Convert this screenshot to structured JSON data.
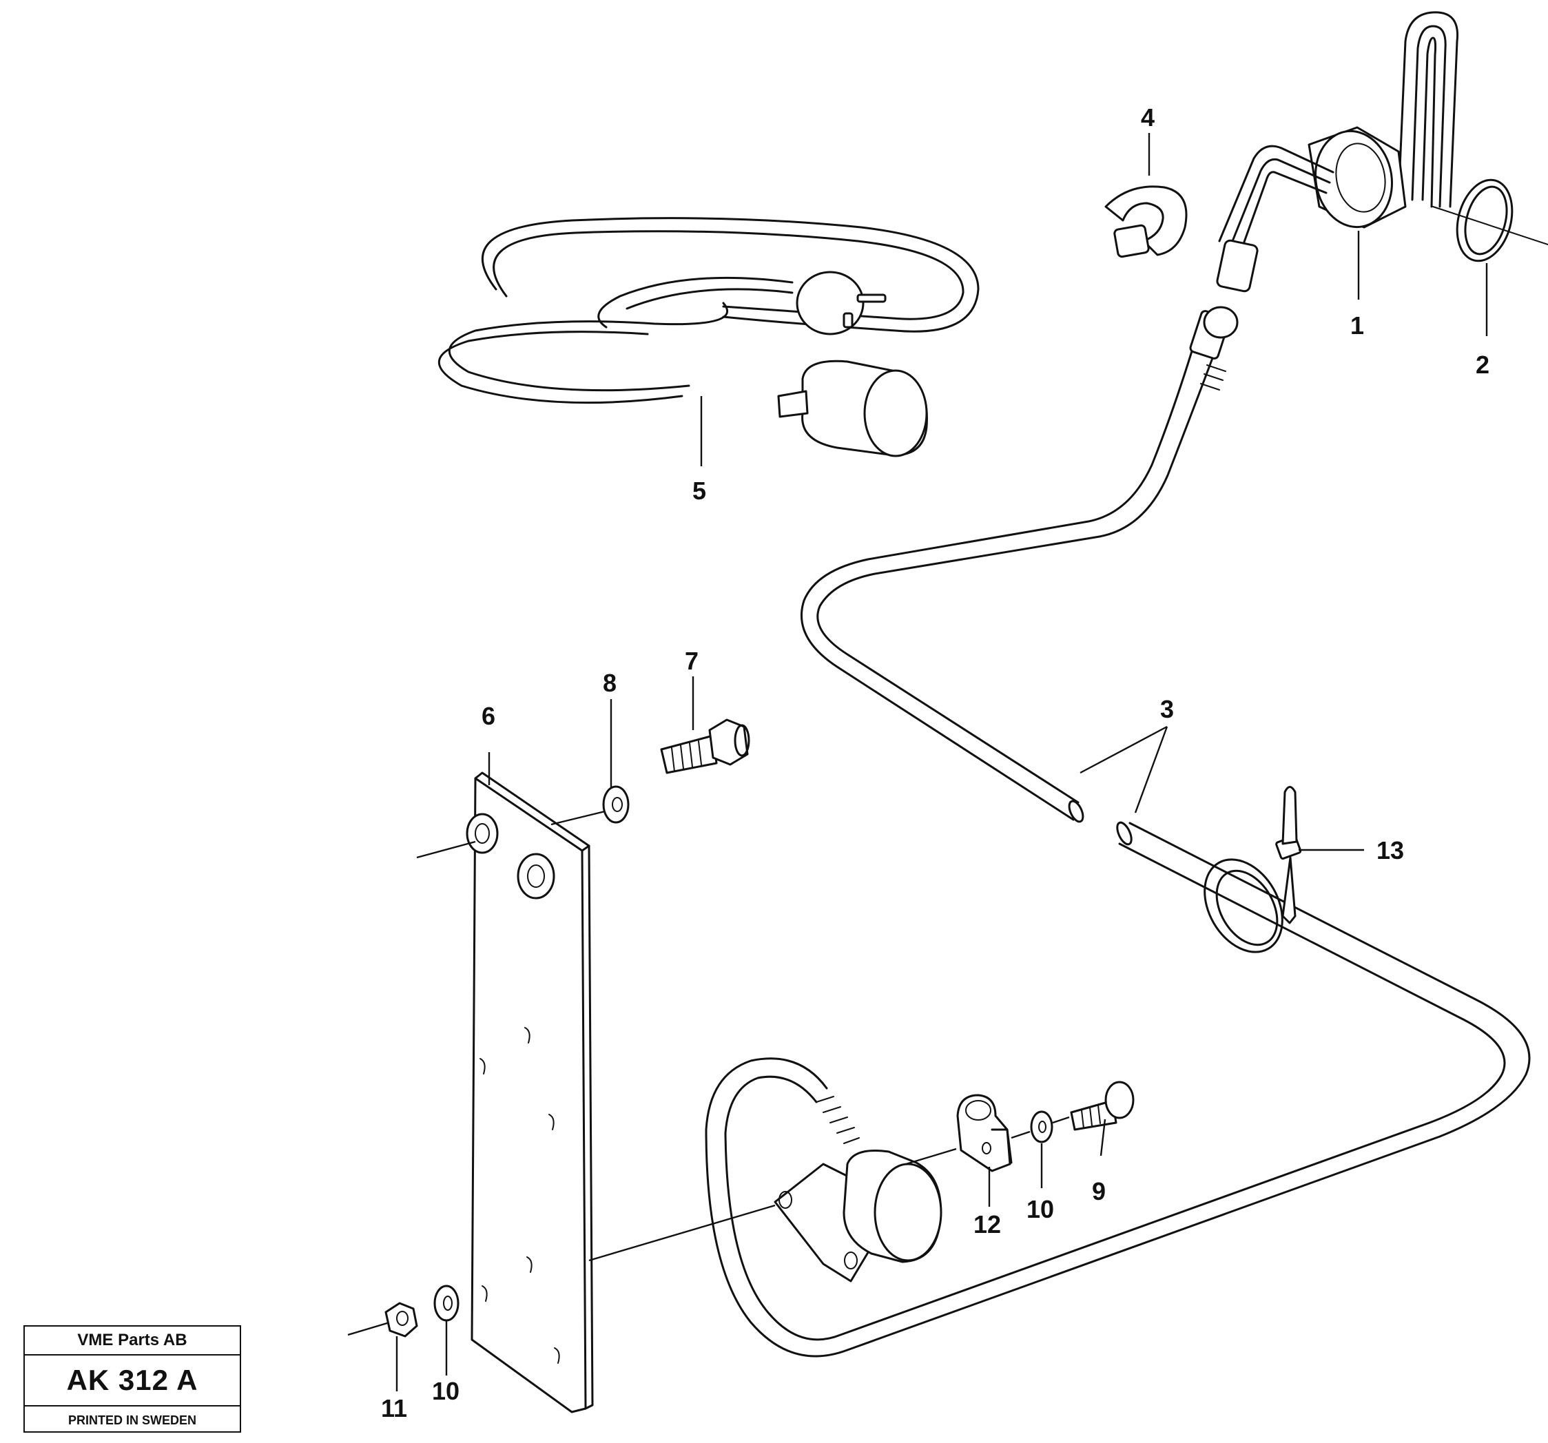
{
  "diagram": {
    "callouts": [
      "1",
      "2",
      "3",
      "4",
      "5",
      "6",
      "7",
      "8",
      "9",
      "10",
      "10",
      "11",
      "12",
      "13"
    ]
  },
  "title_block": {
    "company": "VME Parts AB",
    "reference": "AK 312 A",
    "printed": "PRINTED IN SWEDEN"
  }
}
